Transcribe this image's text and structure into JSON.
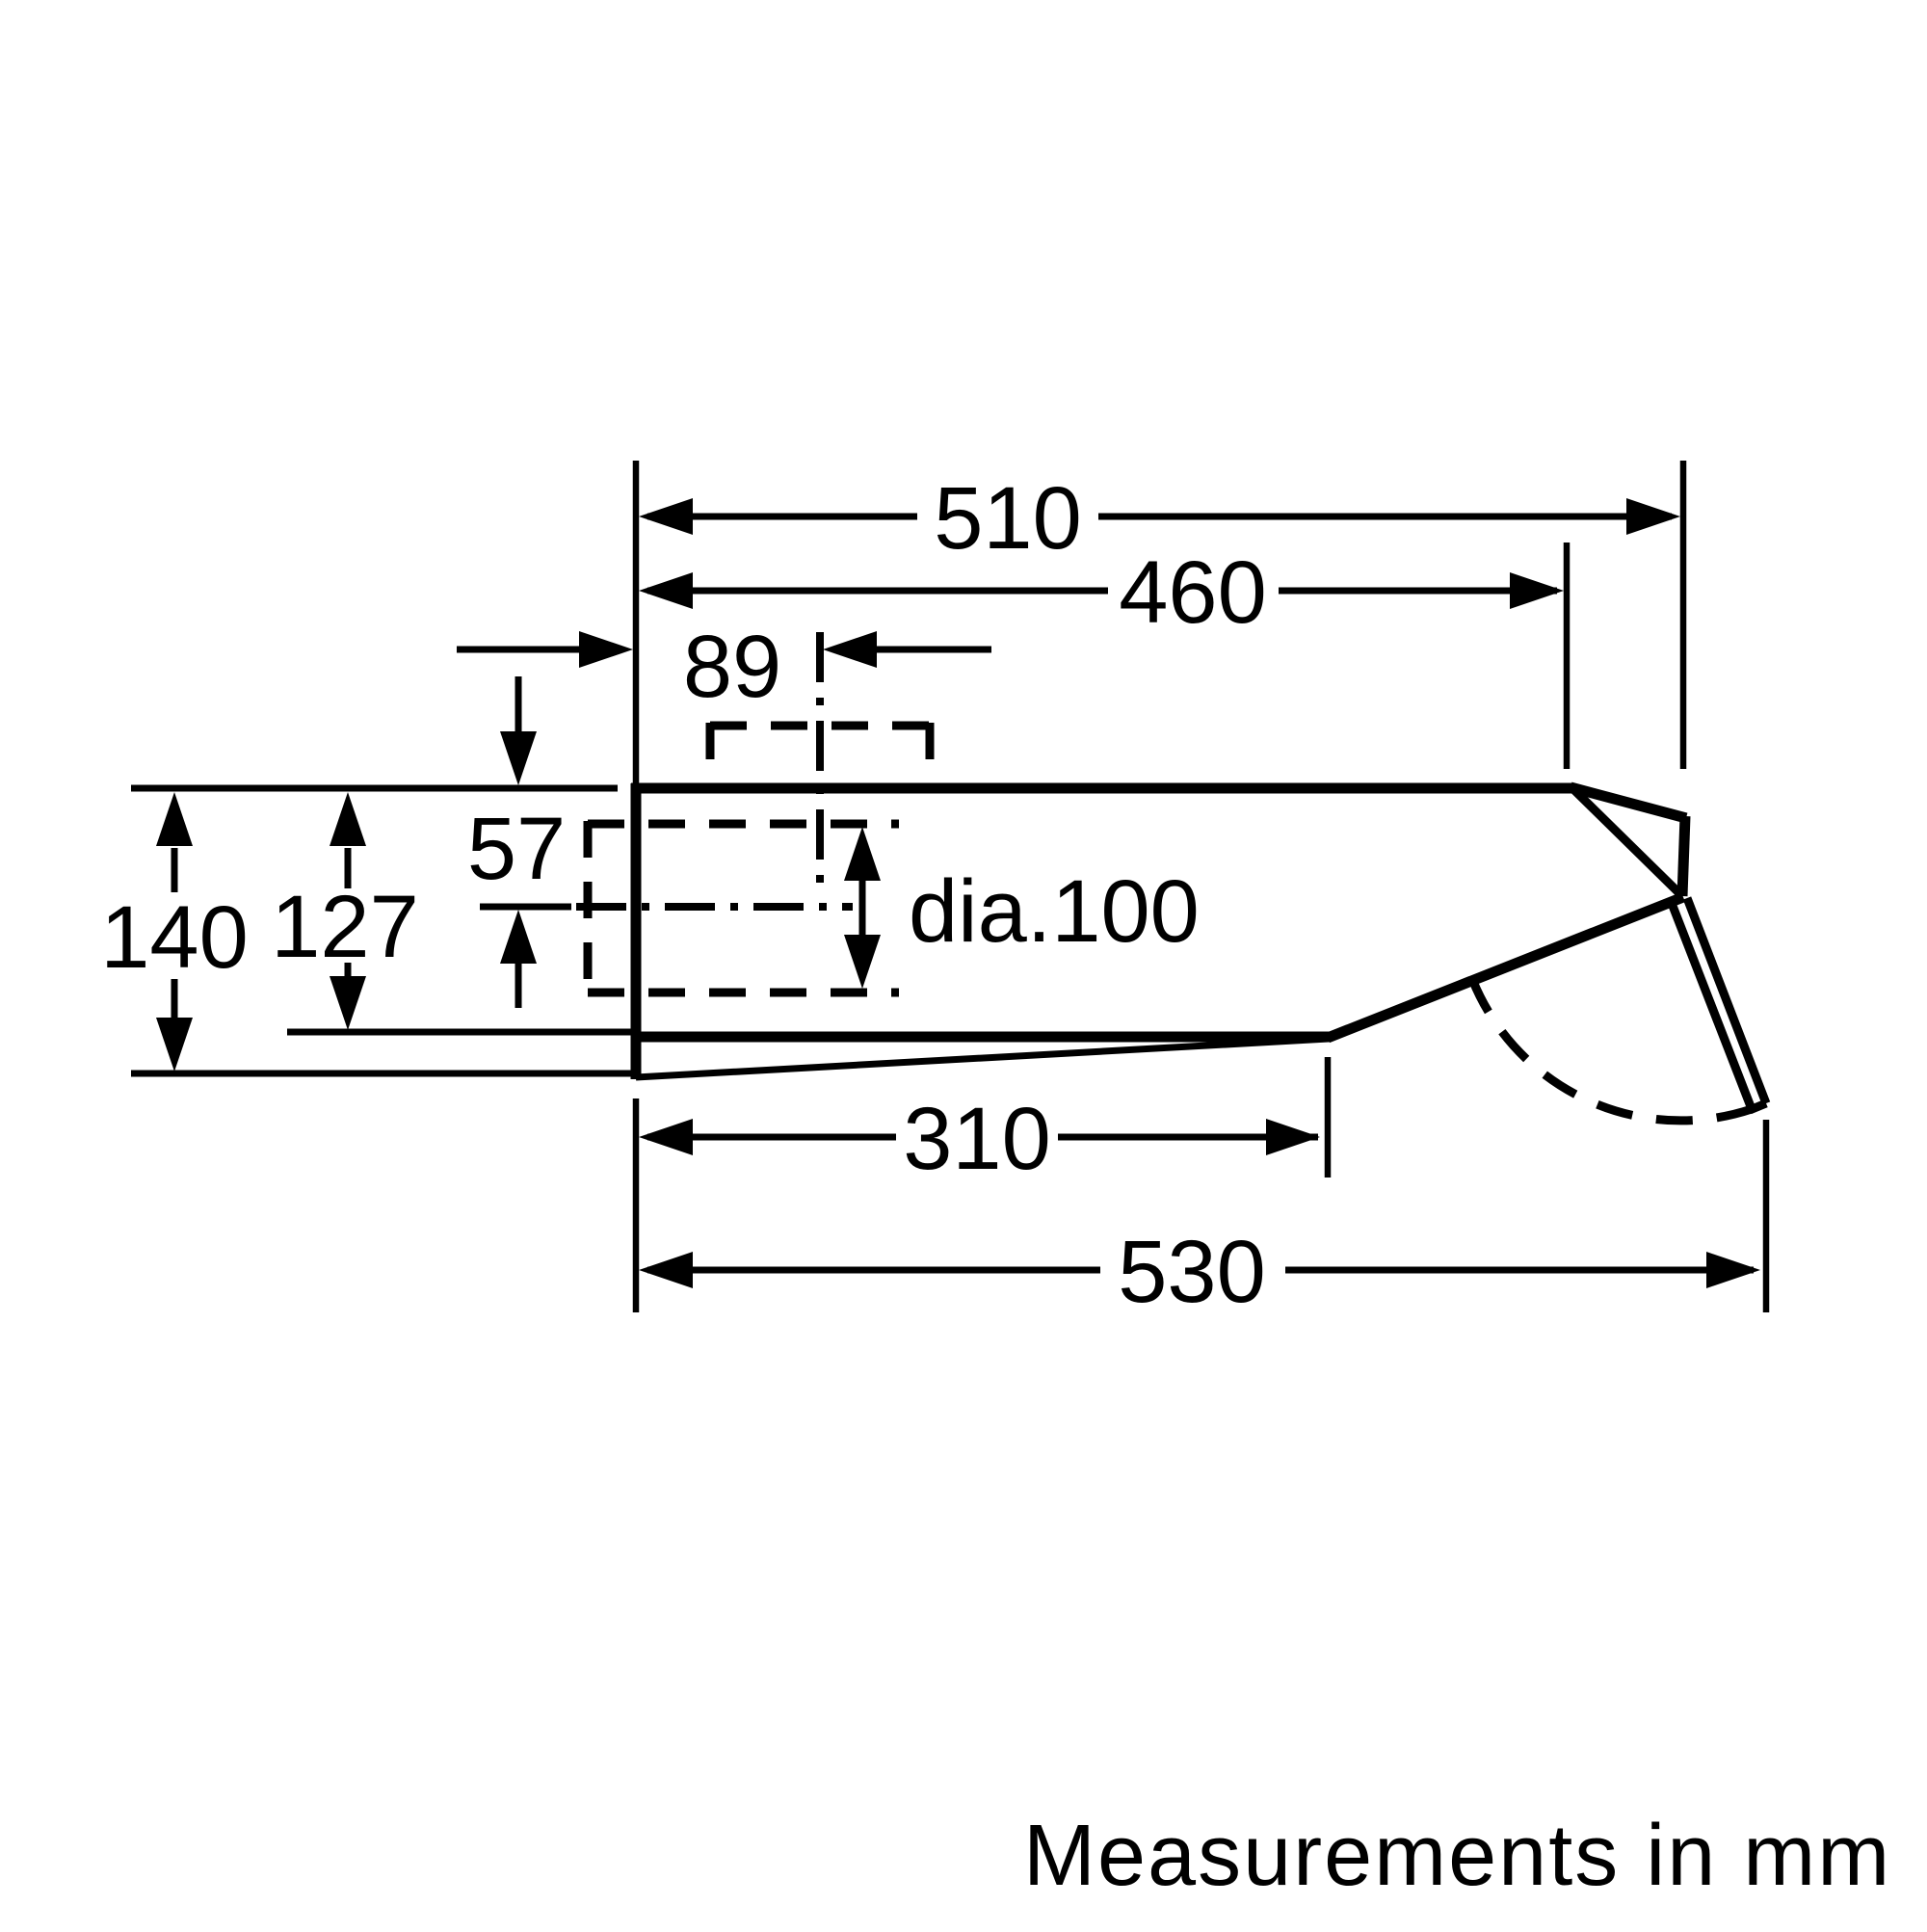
{
  "drawing": {
    "type": "appliance dimensional drawing, side view",
    "colors": {
      "line": "#000000",
      "background": "#ffffff"
    },
    "labels": {
      "d510": "510",
      "d460": "460",
      "d89": "89",
      "d57": "57",
      "d127": "127",
      "d140": "140",
      "dia": "dia.100",
      "d310": "310",
      "d530": "530"
    },
    "footer": "Measurements in mm"
  }
}
